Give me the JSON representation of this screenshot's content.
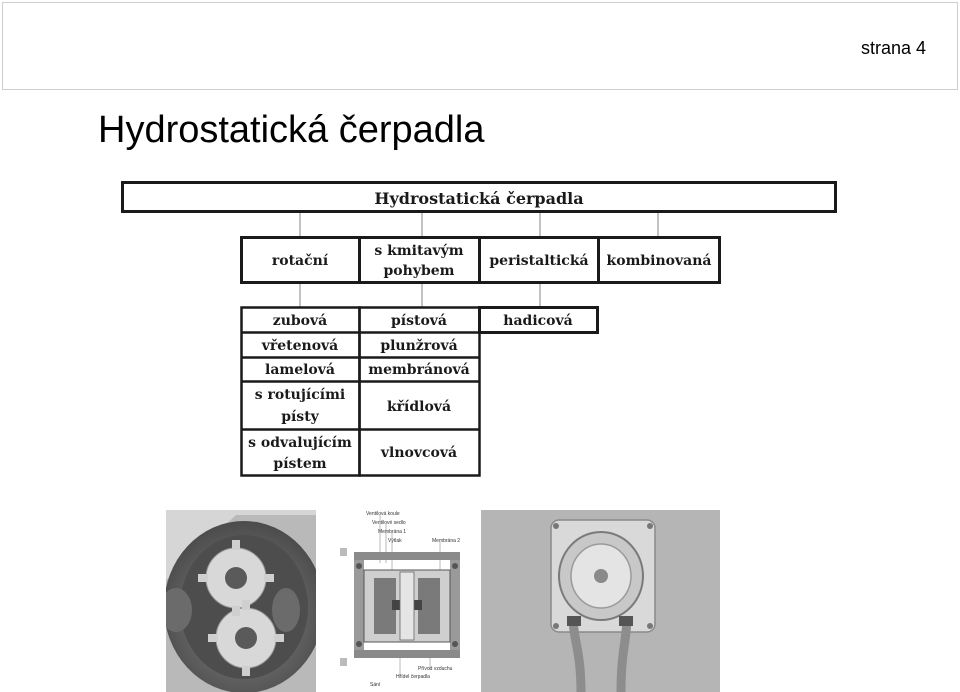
{
  "page": {
    "page_number": "strana 4",
    "title": "Hydrostatická čerpadla"
  },
  "diagram": {
    "root": "Hydrostatická čerpadla",
    "categories": [
      {
        "line1": "rotační",
        "line2": ""
      },
      {
        "line1": "s kmitavým",
        "line2": "pohybem"
      },
      {
        "line1": "peristaltická",
        "line2": ""
      },
      {
        "line1": "kombinovaná",
        "line2": ""
      }
    ],
    "rotacni": [
      {
        "line1": "zubová",
        "line2": ""
      },
      {
        "line1": "vřetenová",
        "line2": ""
      },
      {
        "line1": "lamelová",
        "line2": ""
      },
      {
        "line1": "s rotujícími",
        "line2": "písty"
      },
      {
        "line1": "s odvalujícím",
        "line2": "pístem"
      }
    ],
    "kmitavy": [
      {
        "line1": "pístová",
        "line2": ""
      },
      {
        "line1": "plunžrová",
        "line2": ""
      },
      {
        "line1": "membránová",
        "line2": ""
      },
      {
        "line1": "křídlová",
        "line2": ""
      },
      {
        "line1": "vlnovcová",
        "line2": ""
      }
    ],
    "peristalticka": [
      {
        "line1": "hadicová",
        "line2": ""
      }
    ]
  },
  "images": {
    "gear_pump_icon": "gear-pump-photo",
    "membrane_pump_icon": "membrane-pump-schematic",
    "peristaltic_pump_icon": "peristaltic-pump-photo",
    "schematic_labels": [
      "Ventilová koule",
      "Ventilové sedlo",
      "Membrána 1",
      "Výtlak",
      "Membrána 2",
      "Přívod vzduchu",
      "Hřídel čerpadla",
      "Sání"
    ]
  }
}
